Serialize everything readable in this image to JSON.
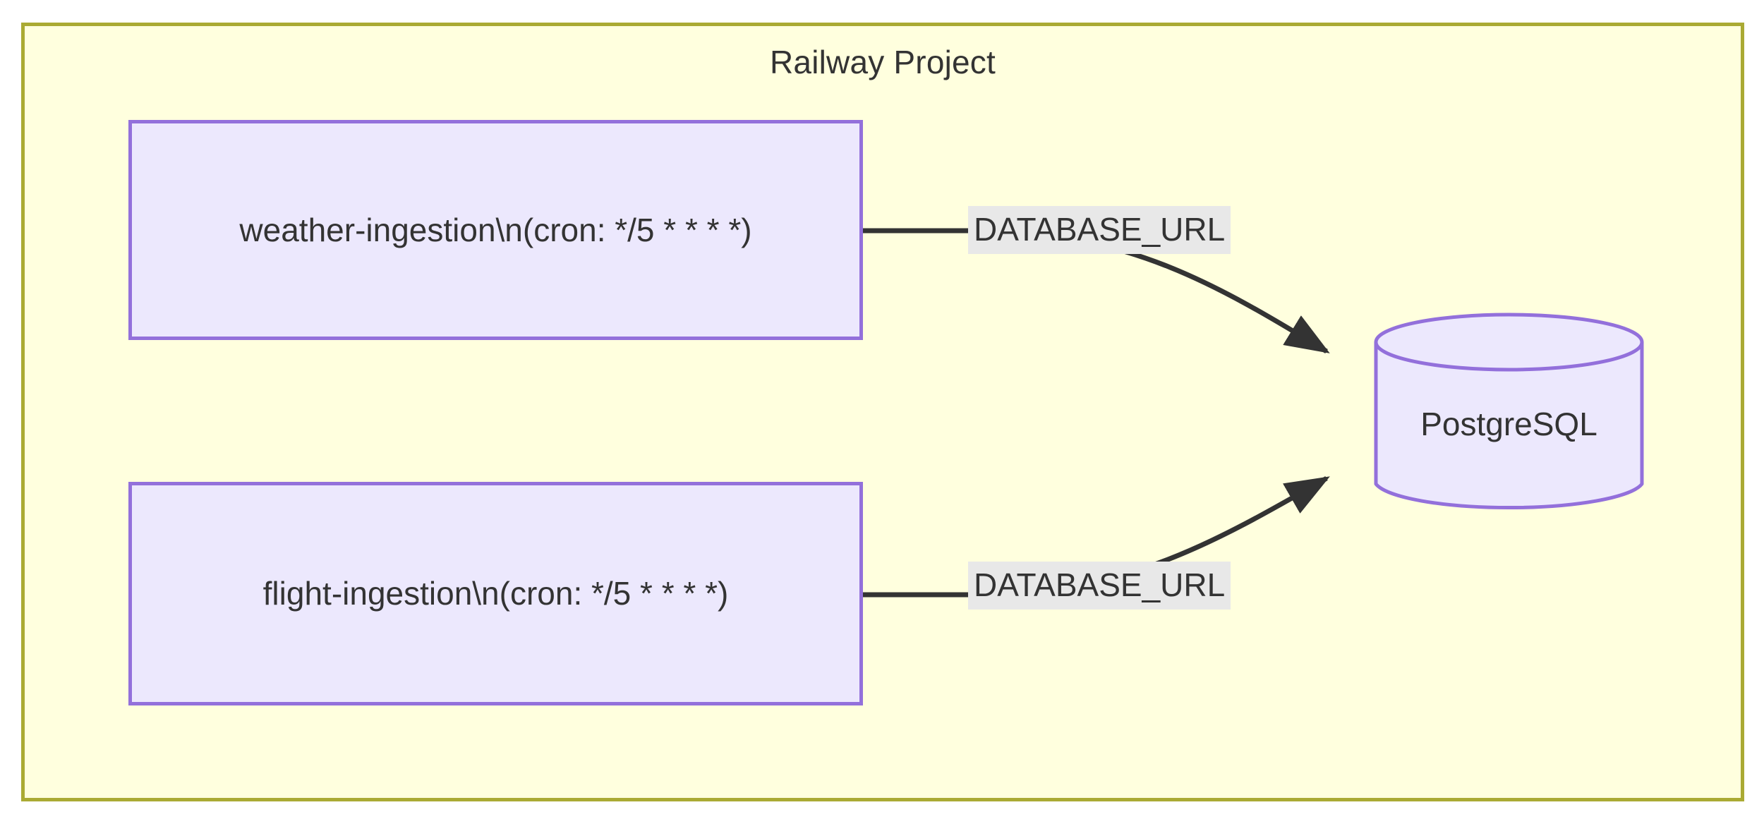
{
  "diagram": {
    "type": "flowchart",
    "direction": "left-to-right",
    "subgraph": {
      "title": "Railway Project",
      "fill_color": "#FFFFDE",
      "border_color": "#AAAA33"
    },
    "nodes": [
      {
        "id": "weather-ingestion",
        "label": "weather-ingestion\\n(cron: */5 * * * *)",
        "shape": "rect",
        "fill_color": "#ECE8FD",
        "border_color": "#9370DB"
      },
      {
        "id": "flight-ingestion",
        "label": "flight-ingestion\\n(cron: */5 * * * *)",
        "shape": "rect",
        "fill_color": "#ECE8FD",
        "border_color": "#9370DB"
      },
      {
        "id": "postgres",
        "label": "PostgreSQL",
        "shape": "cylinder",
        "fill_color": "#ECE8FD",
        "border_color": "#9370DB"
      }
    ],
    "edges": [
      {
        "from": "weather-ingestion",
        "to": "postgres",
        "label": "DATABASE_URL",
        "arrow": "arrow-head-icon",
        "stroke_color": "#333333",
        "label_bg_color": "#E8E8E8"
      },
      {
        "from": "flight-ingestion",
        "to": "postgres",
        "label": "DATABASE_URL",
        "arrow": "arrow-head-icon",
        "stroke_color": "#333333",
        "label_bg_color": "#E8E8E8"
      }
    ]
  }
}
